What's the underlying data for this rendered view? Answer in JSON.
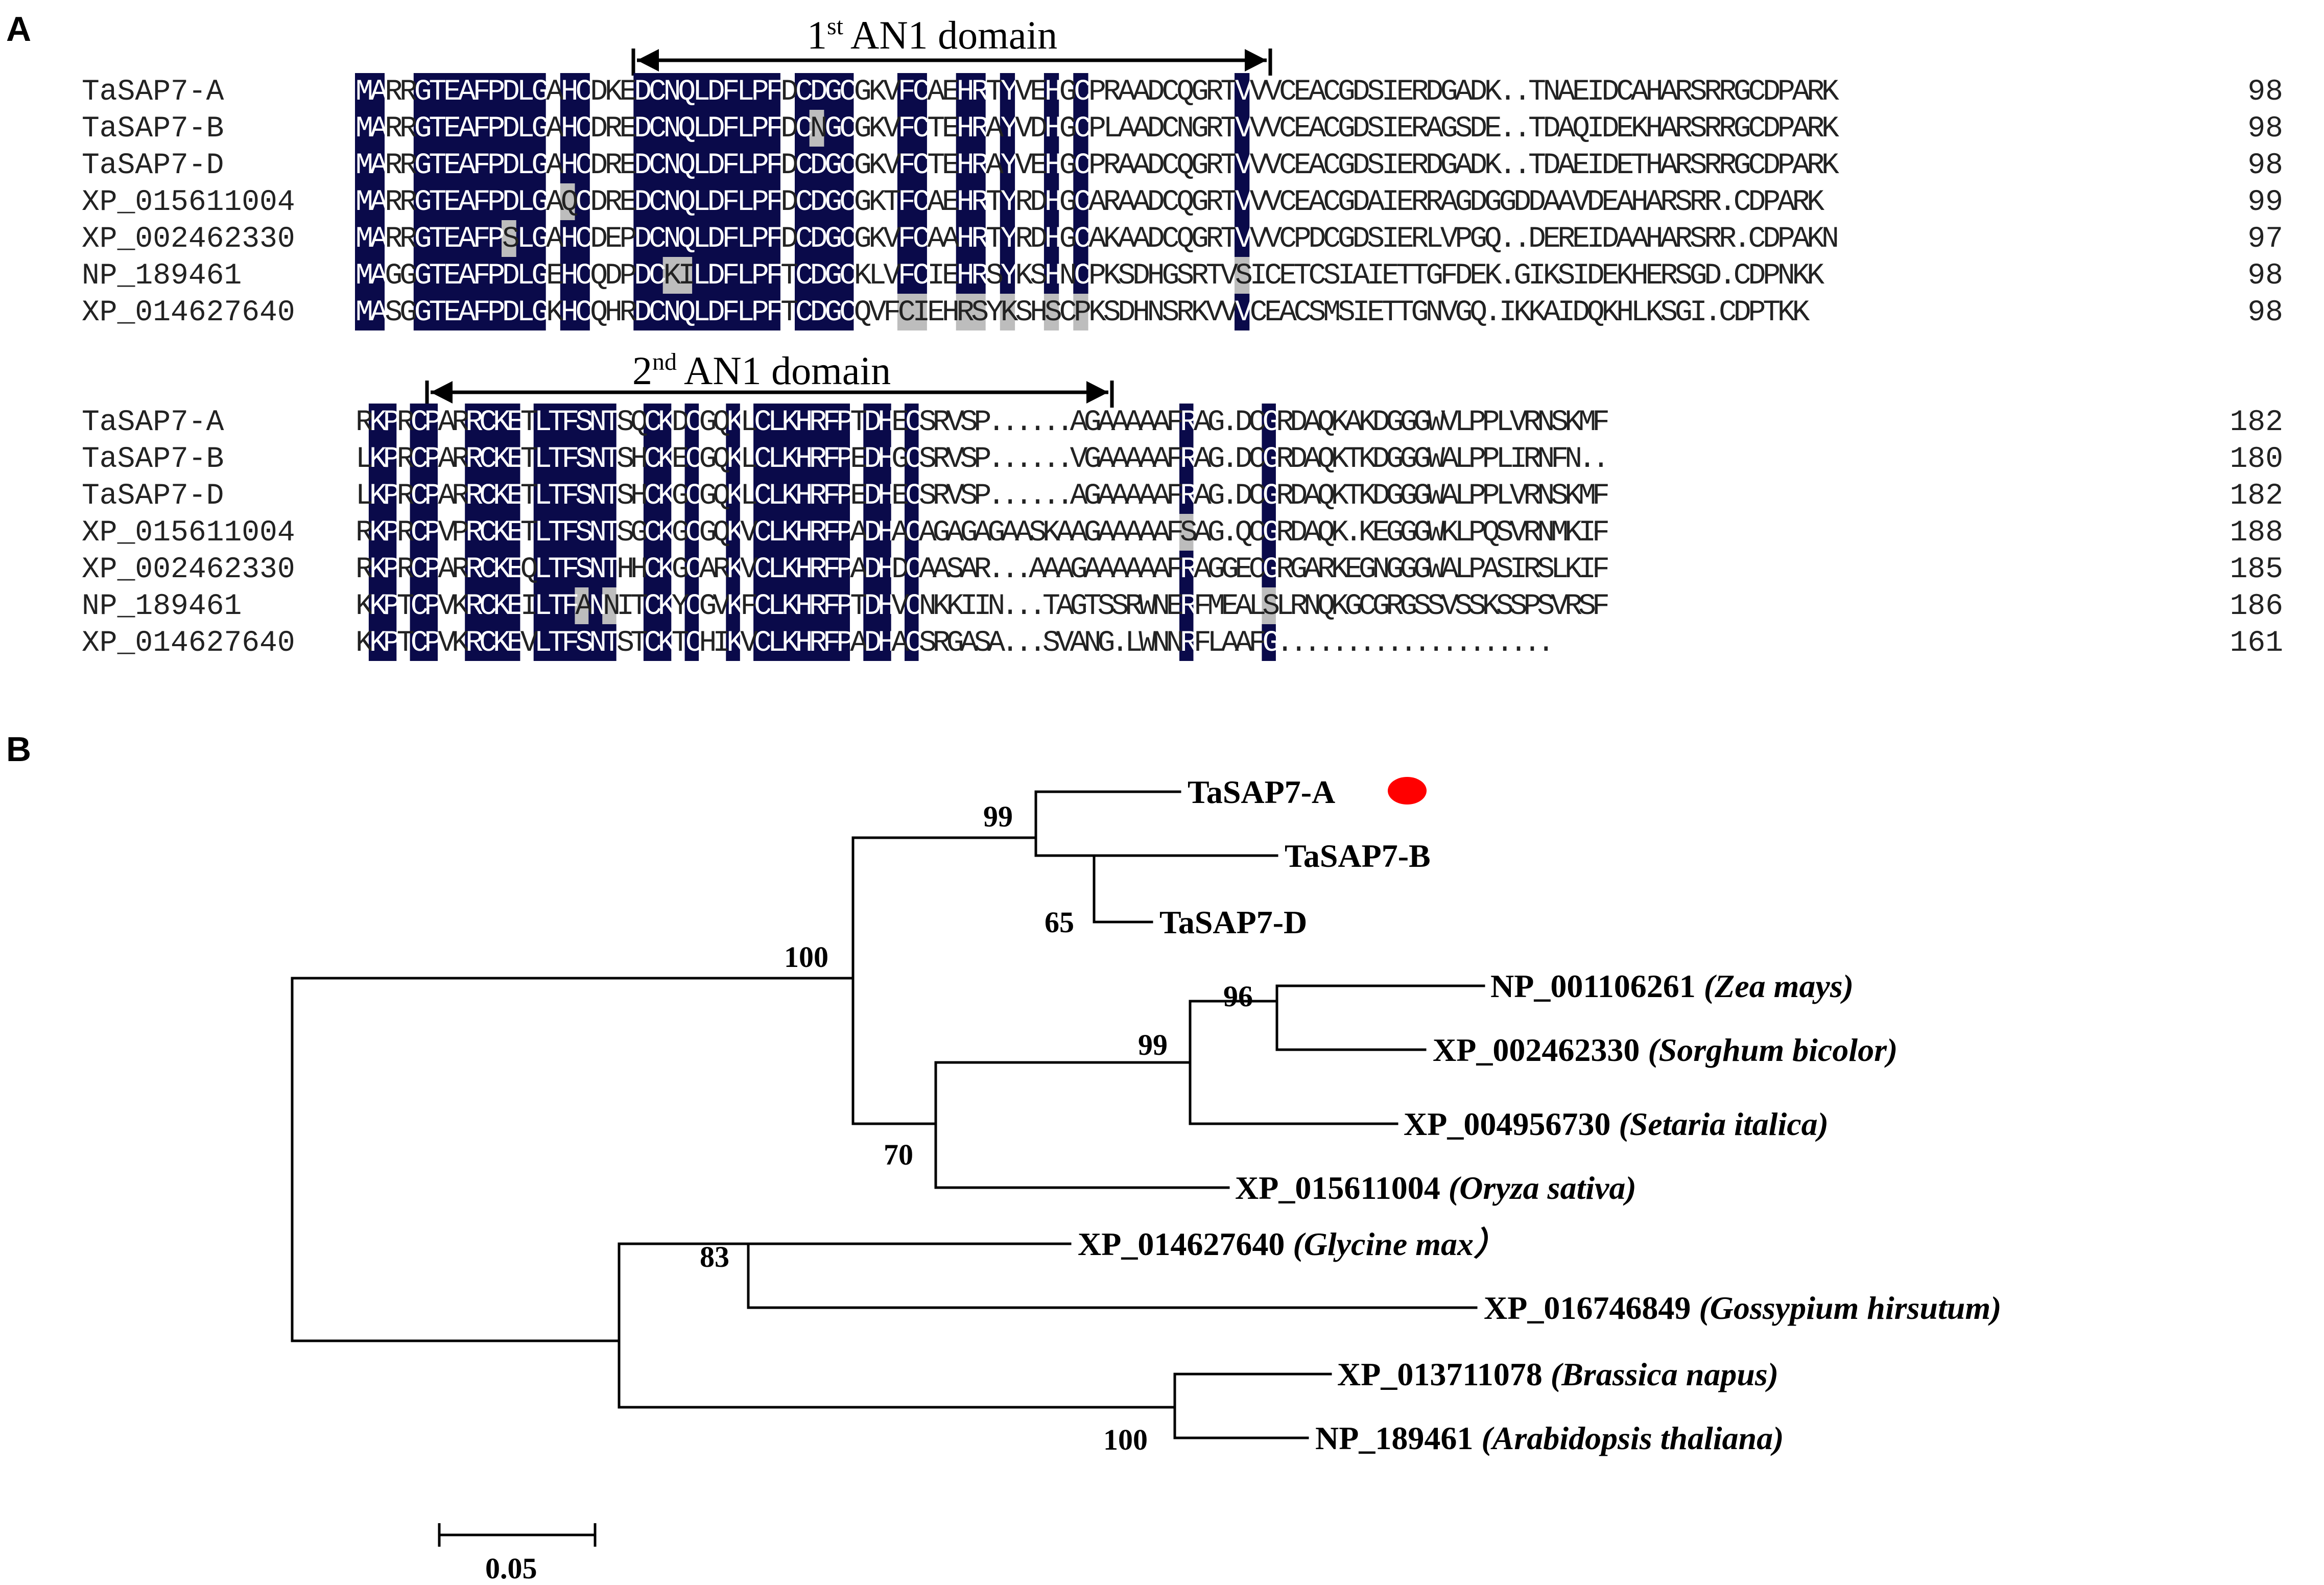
{
  "panels": {
    "a": "A",
    "b": "B"
  },
  "colors": {
    "identical": "#0a0a4a",
    "similar": "#bdbdbd",
    "marker": "#ff0000"
  },
  "alignment": {
    "blocks": [
      {
        "domain": {
          "label": "AN1 domain",
          "ordinal_number": "1",
          "ordinal_suffix": "st"
        },
        "rows": [
          {
            "name": "TaSAP7-A",
            "seq": "MARRGTEAFPDLGAHCDKEDCNQLDFLPFDCDGCGKVFCAEHRTYVEHGCPRAADCQGRTVVVCEACGDSIERDGADK..TNAEIDCAHARSRRGCDPARK",
            "pos": "98"
          },
          {
            "name": "TaSAP7-B",
            "seq": "MARRGTEAFPDLGAHCDREDCNQLDFLPFDCNGCGKVFCTEHRAYVDHGCPLAADCNGRTVVVCEACGDSIERAGSDE..TDAQIDEKHARSRRGCDPARK",
            "pos": "98"
          },
          {
            "name": "TaSAP7-D",
            "seq": "MARRGTEAFPDLGAHCDREDCNQLDFLPFDCDGCGKVFCTEHRAYVEHGCPRAADCQGRTVVVCEACGDSIERDGADK..TDAEIDETHARSRRGCDPARK",
            "pos": "98"
          },
          {
            "name": "XP_015611004",
            "seq": "MARRGTEAFPDLGAQCDREDCNQLDFLPFDCDGCGKTFCAEHRTYRDHGCARAADCQGRTVVVCEACGDAIERRAGDGGDDAAVDEAHARSRR.CDPARK",
            "pos": "99"
          },
          {
            "name": "XP_002462330",
            "seq": "MARRGTEAFPSLGAHCDEPDCNQLDFLPFDCDGCGKVFCAAHRTYRDHGCAKAADCQGRTVVVCPDCGDSIERLVPGQ..DEREIDAAHARSRR.CDPAKN",
            "pos": "97"
          },
          {
            "name": "NP_189461",
            "seq": "MAGGGTEAFPDLGEHCQDPDCKILDFLPFTCDGCKLVFCIEHRSYKSHNCPKSDHGSRTVSICETCSIAIETTGFDEK.GIKSIDEKHERSGD.CDPNKK",
            "pos": "98"
          },
          {
            "name": "XP_014627640",
            "seq": "MASGGTEAFPDLGKHCQHRDCNQLDFLPFTCDGCQVFCIEHRSYKSHSCPKSDHNSRKVVVCEACSMSIETTGNVGQ.IKKAIDQKHLKSGI.CDPTKK",
            "pos": "98"
          }
        ]
      },
      {
        "domain": {
          "label": "AN1 domain",
          "ordinal_number": "2",
          "ordinal_suffix": "nd"
        },
        "rows": [
          {
            "name": "TaSAP7-A",
            "seq": "RKPRCPARRCKETLTFSNTSQCKDCGQKLCLKHRFPTDHECSRVSP......AGAAAAAFRAG.DCGRDAQKAKDGGGWVLPPLVRNSKMF",
            "pos": "182"
          },
          {
            "name": "TaSAP7-B",
            "seq": "LKPRCPARRCKETLTFSNTSHCKECGQKLCLKHRFPEDHGCSRVSP......VGAAAAAFRAG.DCGRDAQKTKDGGGWALPPLIRNFN..",
            "pos": "180"
          },
          {
            "name": "TaSAP7-D",
            "seq": "LKPRCPARRCKETLTFSNTSHCKGCGQKLCLKHRFPEDHECSRVSP......AGAAAAAFRAG.DCGRDAQKTKDGGGWALPPLVRNSKMF",
            "pos": "182"
          },
          {
            "name": "XP_015611004",
            "seq": "RKPRCPVPRCKETLTFSNTSGCKGCGQKVCLKHRFPADHACAGAGAGAASKAAGAAAAAFSAG.QCGRDAQK.KEGGGWKLPQSVRNMKIF",
            "pos": "188"
          },
          {
            "name": "XP_002462330",
            "seq": "RKPRCPARRCKEQLTFSNTHHCKGCARKVCLKHRFPADHDCAASAR...AAAGAAAAAAFRAGGECGRGARKEGNGGGWALPASIRSLKIF",
            "pos": "185"
          },
          {
            "name": "NP_189461",
            "seq": "KKPTCPVKRCKEILTFANNITCKYCGVKFCLKHRFPTDHVCNKKIIN...TAGTSSRWNERFMEALSLRNQKGCGRGSSVSSKSSPSVRSF",
            "pos": "186"
          },
          {
            "name": "XP_014627640",
            "seq": "KKPTCPVKRCKEVLTFSNTSTCKTCHIKVCLKHRFPADHACSRGASA...SVANG.LWNNRFLAAFG....................",
            "pos": "161"
          }
        ]
      }
    ]
  },
  "tree": {
    "leaves": [
      {
        "id": "TaSAP7-A",
        "name": "TaSAP7-A",
        "species": "",
        "highlight": true
      },
      {
        "id": "TaSAP7-B",
        "name": "TaSAP7-B",
        "species": ""
      },
      {
        "id": "TaSAP7-D",
        "name": "TaSAP7-D",
        "species": ""
      },
      {
        "id": "NP_001106261",
        "name": "NP_001106261",
        "species": "(Zea mays)"
      },
      {
        "id": "XP_002462330",
        "name": "XP_002462330",
        "species": "(Sorghum bicolor)"
      },
      {
        "id": "XP_004956730",
        "name": "XP_004956730",
        "species": "(Setaria italica)"
      },
      {
        "id": "XP_015611004",
        "name": "XP_015611004",
        "species": "(Oryza sativa)"
      },
      {
        "id": "XP_014627640",
        "name": "XP_014627640",
        "species": "(Glycine max）"
      },
      {
        "id": "XP_016746849",
        "name": "XP_016746849",
        "species": "(Gossypium hirsutum)"
      },
      {
        "id": "XP_013711078",
        "name": "XP_013711078",
        "species": "(Brassica napus)"
      },
      {
        "id": "NP_189461",
        "name": "NP_189461",
        "species": "(Arabidopsis thaliana)"
      }
    ],
    "bootstrap": {
      "ta_abd": "99",
      "ta_bd": "65",
      "grasses": "100",
      "zea_sorghum": "96",
      "panicoid": "99",
      "with_oryza": "70",
      "glycine_gossypium": "83",
      "brassicaceae": "100"
    },
    "scale_bar_label": "0.05"
  }
}
